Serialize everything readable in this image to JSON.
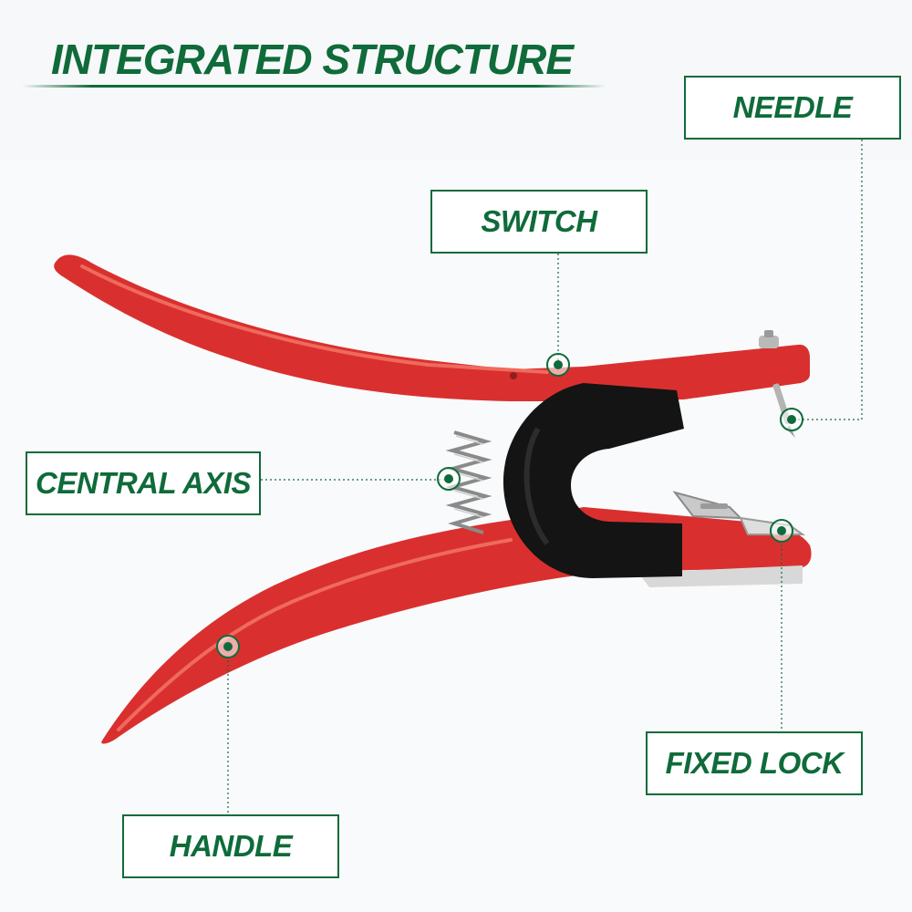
{
  "title": "INTEGRATED STRUCTURE",
  "labels": {
    "needle": "NEEDLE",
    "switch": "SWITCH",
    "central_axis": "CENTRAL AXIS",
    "fixed_lock": "FIXED LOCK",
    "handle": "HANDLE"
  },
  "colors": {
    "accent": "#0f6b3a",
    "tool_body": "#d9302f",
    "jaw_hub": "#141414"
  }
}
